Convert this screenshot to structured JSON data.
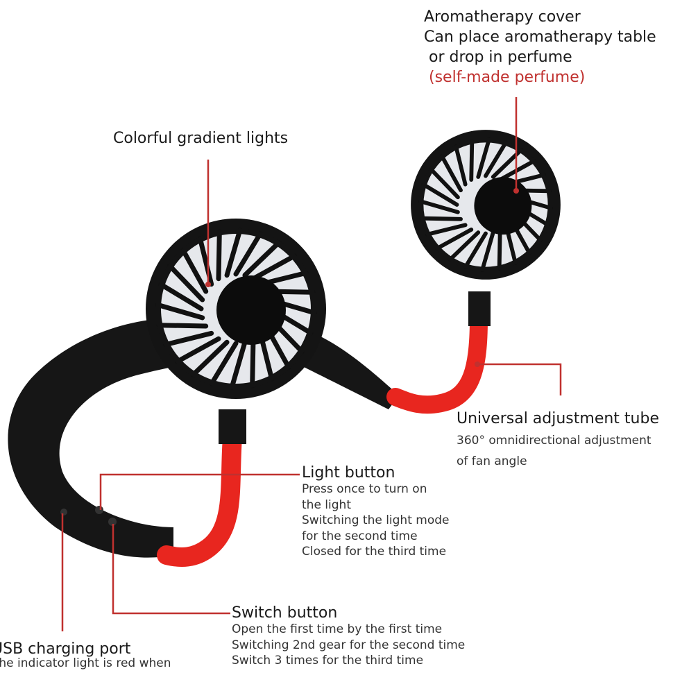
{
  "callouts": {
    "aromatherapy": {
      "title": "Aromatherapy cover",
      "lines": [
        "Can place aromatherapy table",
        " or drop in perfume"
      ],
      "highlight": "(self-made perfume)"
    },
    "gradient_lights": {
      "title": "Colorful gradient lights"
    },
    "adjustment_tube": {
      "title": "Universal adjustment tube",
      "lines": [
        "360° omnidirectional adjustment",
        "of fan angle"
      ]
    },
    "light_button": {
      "title": "Light button",
      "lines": [
        "Press once to turn on",
        "the light",
        "Switching the light mode",
        "for the second time",
        "Closed for the third time"
      ]
    },
    "switch_button": {
      "title": "Switch button",
      "lines": [
        "Open the first time by the first time",
        "Switching 2nd gear for the second time",
        "Switch 3 times for the third time"
      ]
    },
    "usb_port": {
      "title": "USB charging port",
      "lines": [
        "The indicator light is red when"
      ]
    }
  },
  "colors": {
    "leader": "#c0312f",
    "tube": "#e8261f",
    "body": "#141414"
  }
}
